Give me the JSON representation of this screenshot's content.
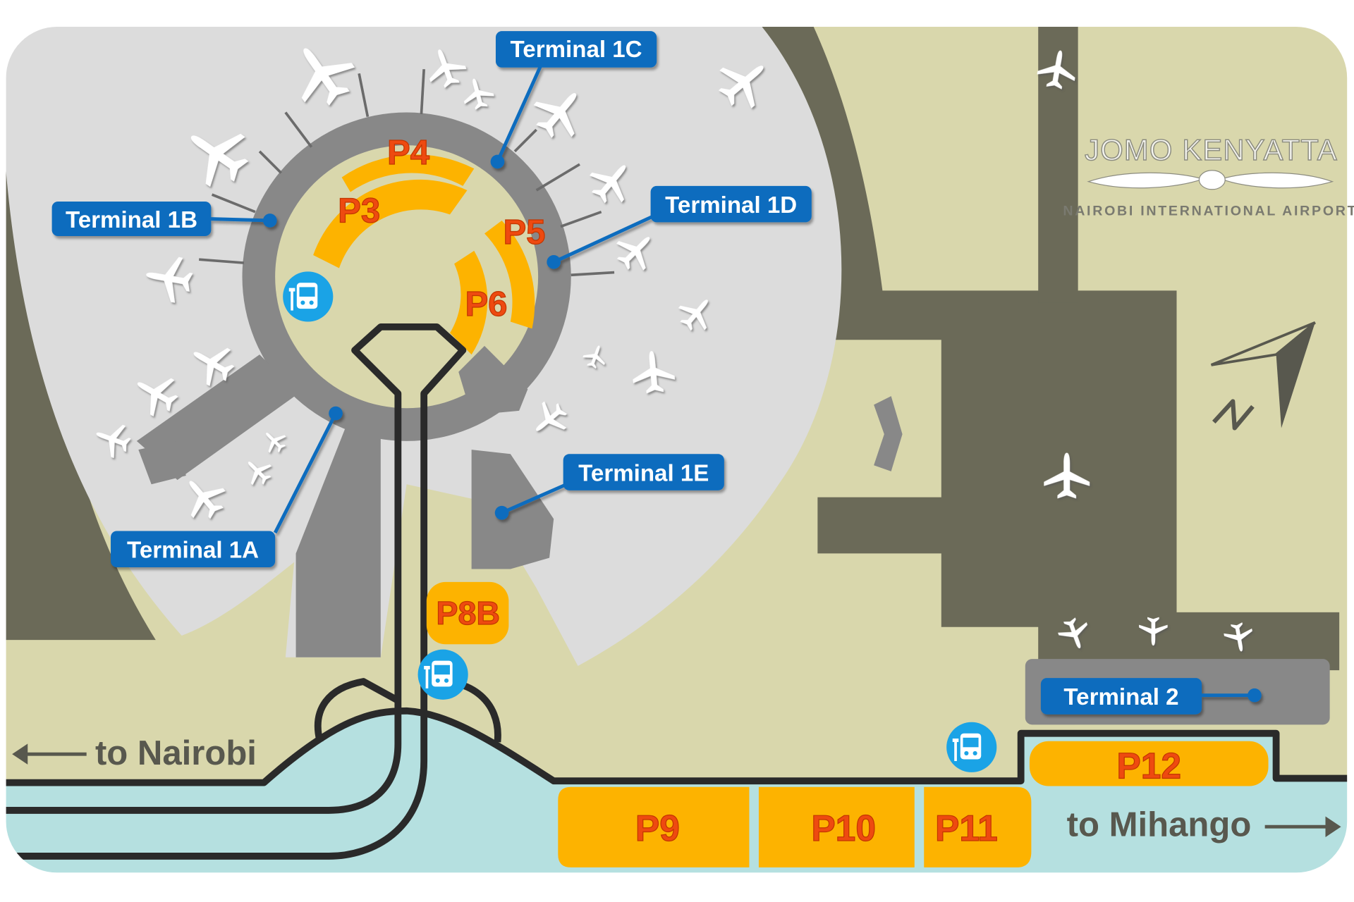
{
  "map": {
    "title": "Jomo Kenyatta International Airport parking map",
    "colors": {
      "ground": "#d9d7ac",
      "apron": "#dcdcdc",
      "taxiway": "#6b6a58",
      "building": "#888888",
      "road_area": "#b5e0e0",
      "road_line": "#2a2a2a",
      "parking": "#fdb300",
      "parking_text": "#ee4a10",
      "label_blue": "#0a6cbe",
      "bus_blue": "#1aa3e6"
    }
  },
  "logo": {
    "line1": "JOMO KENYATTA",
    "line2": "NAIROBI INTERNATIONAL AIRPORT"
  },
  "terminals": [
    {
      "id": "1A",
      "label": "Terminal 1A"
    },
    {
      "id": "1B",
      "label": "Terminal 1B"
    },
    {
      "id": "1C",
      "label": "Terminal 1C"
    },
    {
      "id": "1D",
      "label": "Terminal 1D"
    },
    {
      "id": "1E",
      "label": "Terminal 1E"
    },
    {
      "id": "2",
      "label": "Terminal 2"
    }
  ],
  "parking": [
    {
      "id": "P3",
      "label": "P3"
    },
    {
      "id": "P4",
      "label": "P4"
    },
    {
      "id": "P5",
      "label": "P5"
    },
    {
      "id": "P6",
      "label": "P6"
    },
    {
      "id": "P8B",
      "label": "P8B"
    },
    {
      "id": "P9",
      "label": "P9"
    },
    {
      "id": "P10",
      "label": "P10"
    },
    {
      "id": "P11",
      "label": "P11"
    },
    {
      "id": "P12",
      "label": "P12"
    }
  ],
  "directions": {
    "west": "to Nairobi",
    "east": "to Mihango"
  },
  "compass": {
    "label": "N"
  },
  "icons": {
    "bus_stop": "bus-stop-icon",
    "plane": "airplane-icon",
    "compass": "north-arrow-icon"
  }
}
